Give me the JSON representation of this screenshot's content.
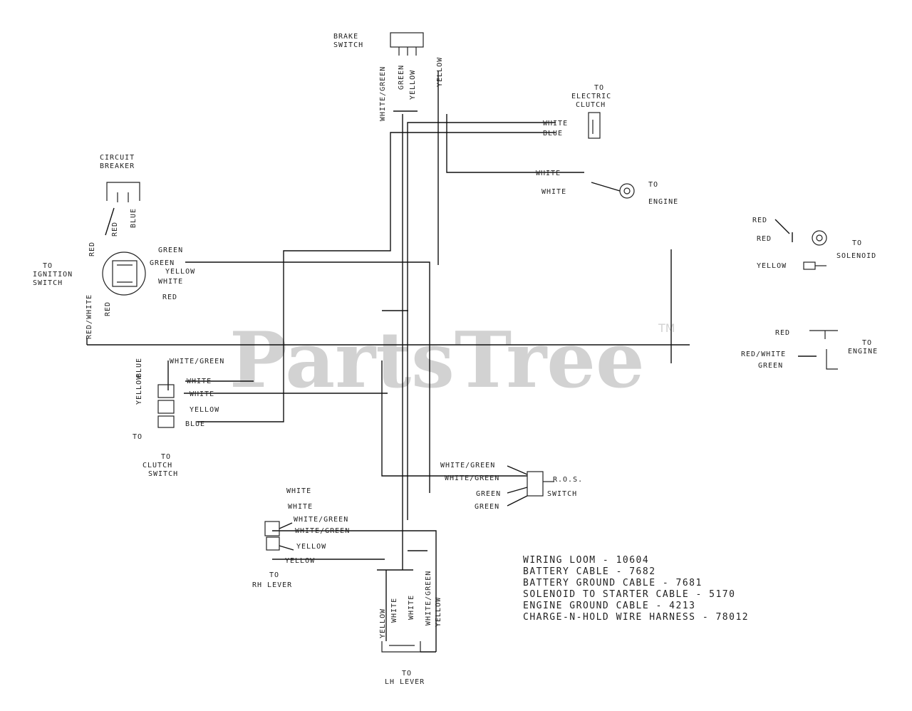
{
  "watermark": {
    "brand": "PartsTree",
    "tm": "TM"
  },
  "components": {
    "brake_switch": [
      "BRAKE",
      "SWITCH"
    ],
    "electric_clutch": [
      "TO",
      "ELECTRIC",
      "CLUTCH"
    ],
    "circuit_breaker": [
      "CIRCUIT",
      "BREAKER"
    ],
    "ignition_switch": [
      "TO",
      "IGNITION",
      "SWITCH"
    ],
    "to_engine_top": [
      "TO",
      "ENGINE"
    ],
    "to_solenoid": [
      "TO",
      "SOLENOID"
    ],
    "to_engine_right": [
      "TO",
      "ENGINE"
    ],
    "clutch_switch": [
      "TO",
      "CLUTCH",
      "SWITCH"
    ],
    "ros_switch": [
      "R.O.S.",
      "SWITCH"
    ],
    "rh_lever": [
      "TO",
      "RH LEVER"
    ],
    "lh_lever": [
      "TO",
      "LH LEVER"
    ]
  },
  "wire_labels": {
    "brake_white_green": "WHITE/GREEN",
    "brake_green": "GREEN",
    "brake_yellow_a": "YELLOW",
    "brake_yellow_b": "YELLOW",
    "clutch_white": "WHITE",
    "clutch_blue": "BLUE",
    "engine_white_1": "WHITE",
    "engine_white_2": "WHITE",
    "cb_red": "RED",
    "cb_blue": "BLUE",
    "ign_red": "RED",
    "ign_green_1": "GREEN",
    "ign_green_2": "GREEN",
    "ign_yellow": "YELLOW",
    "ign_white": "WHITE",
    "ign_red_2": "RED",
    "ign_red_2b": "RED",
    "ign_red_white": "RED/WHITE",
    "sol_red_1": "RED",
    "sol_red_2": "RED",
    "sol_yellow": "YELLOW",
    "eng_red": "RED",
    "eng_red_white": "RED/WHITE",
    "eng_green": "GREEN",
    "cs_white_green": "WHITE/GREEN",
    "cs_white_1": "WHITE",
    "cs_white_2": "WHITE",
    "cs_yellow": "YELLOW",
    "cs_blue": "BLUE",
    "cs_yellow_v": "YELLOW",
    "cs_blue_v": "BLUE",
    "ros_wg_1": "WHITE/GREEN",
    "ros_wg_2": "WHITE/GREEN",
    "ros_green_1": "GREEN",
    "ros_green_2": "GREEN",
    "rh_white_1": "WHITE",
    "rh_white_2": "WHITE",
    "rh_wg_1": "WHITE/GREEN",
    "rh_wg_2": "WHITE/GREEN",
    "rh_yellow_1": "YELLOW",
    "rh_yellow_2": "YELLOW",
    "lh_yellow": "YELLOW",
    "lh_white": "WHITE",
    "lh_white_2": "WHITE",
    "lh_white_green": "WHITE/GREEN",
    "lh_yellow_2": "YELLOW"
  },
  "notes": [
    "WIRING LOOM - 10604",
    "BATTERY CABLE - 7682",
    "BATTERY GROUND CABLE - 7681",
    "SOLENOID TO STARTER CABLE - 5170",
    "ENGINE GROUND CABLE - 4213",
    "CHARGE-N-HOLD WIRE HARNESS - 78012"
  ]
}
